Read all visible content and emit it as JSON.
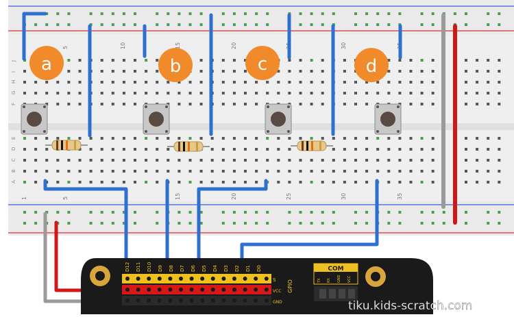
{
  "breadboard": {
    "column_numbers": [
      "5",
      "10",
      "15",
      "20",
      "25",
      "30",
      "35"
    ],
    "row_letters_top": [
      "J",
      "I",
      "H",
      "G",
      "F"
    ],
    "row_letters_bottom": [
      "E",
      "D",
      "C",
      "B",
      "A"
    ],
    "corner_label": "1"
  },
  "buttons": [
    {
      "label": "a"
    },
    {
      "label": "b"
    },
    {
      "label": "c"
    },
    {
      "label": "d"
    }
  ],
  "controller": {
    "header_pins": [
      "D12",
      "D11",
      "D10",
      "D9",
      "D8",
      "D7",
      "D6",
      "D5",
      "D4",
      "D3",
      "D2",
      "D1",
      "D0"
    ],
    "side_labels": [
      "S",
      "VCC",
      "GND"
    ],
    "gpio_label": "GPIO",
    "com": {
      "title": "COM",
      "pins": [
        "TX",
        "RX",
        "GND",
        "VCC"
      ]
    }
  },
  "colors": {
    "wire_blue": "#2f6fd0",
    "wire_red": "#d01818",
    "wire_gray": "#9a9a9a",
    "button_orange": "#f08a2a",
    "board_black": "#1a1a1a",
    "header_yellow": "#f0c020"
  },
  "watermark": "tiku.kids-scratch.com"
}
